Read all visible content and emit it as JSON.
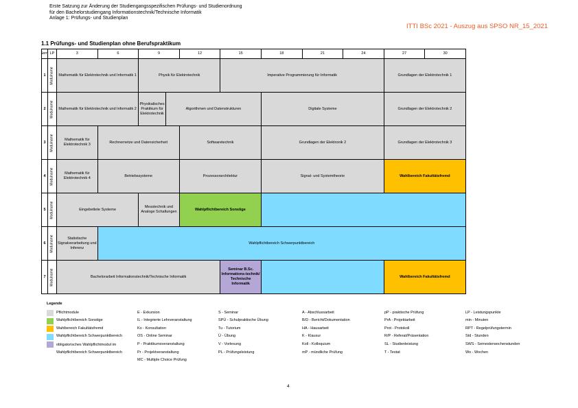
{
  "header": {
    "lines": [
      "Erste Satzung zur Änderung der Studiengangsspezifischen Prüfungs- und Studienordnung",
      "für den Bachelorstudiengang Informationstechnik/Technische Informatik",
      "Anlage 1: Prüfungs- und Studienplan"
    ],
    "right": "ITTI BSc 2021 - Auszug aus SPSO NR_15_2021"
  },
  "section_title": "1.1 Prüfungs- und Studienplan ohne Berufspraktikum",
  "table": {
    "sem_header": "Sem.",
    "lp_header": "LP",
    "lp_ticks": [
      "3",
      "6",
      "9",
      "12",
      "15",
      "18",
      "21",
      "24",
      "27",
      "30"
    ],
    "lp_label": "Modulname",
    "rows": [
      {
        "sem": "1",
        "cells": [
          {
            "t": "Mathematik für Elektrotechnik und Informatik 1",
            "s": 0,
            "e": 6,
            "c": "g",
            "bold": true
          },
          {
            "t": "Physik für Elektrotechnik",
            "s": 6,
            "e": 12,
            "c": "g",
            "bold": true
          },
          {
            "t": "Imperative Programmierung für Informatik",
            "s": 12,
            "e": 24,
            "c": "g",
            "bold": true
          },
          {
            "t": "Grundlagen der Elektrotechnik 1",
            "s": 24,
            "e": 30,
            "c": "g",
            "bold": true
          }
        ]
      },
      {
        "sem": "2",
        "cells": [
          {
            "t": "Mathematik für Elektrotechnik und Informatik 2",
            "s": 0,
            "e": 6,
            "c": "g",
            "bold": true
          },
          {
            "t": "Physikalisches Praktikum für Elektrotechnik",
            "s": 6,
            "e": 8,
            "c": "g",
            "bold": true
          },
          {
            "t": "Algorithmen und Datenstrukturen",
            "s": 8,
            "e": 15,
            "c": "g",
            "bold": true
          },
          {
            "t": "Digitale Systeme",
            "s": 15,
            "e": 24,
            "c": "g",
            "bold": true
          },
          {
            "t": "Grundlagen der Elektrotechnik 2",
            "s": 24,
            "e": 30,
            "c": "g",
            "bold": true
          }
        ]
      },
      {
        "sem": "3",
        "cells": [
          {
            "t": "Mathematik für Elektrotechnik 3",
            "s": 0,
            "e": 3,
            "c": "g",
            "bold": true
          },
          {
            "t": "Rechnernetze und Datensicherheit",
            "s": 3,
            "e": 9,
            "c": "g",
            "bold": true
          },
          {
            "t": "Softwaretechnik",
            "s": 9,
            "e": 15,
            "c": "g",
            "bold": true
          },
          {
            "t": "Grundlagen der Elektronik 2",
            "s": 15,
            "e": 24,
            "c": "g",
            "bold": true
          },
          {
            "t": "Grundlagen der Elektrotechnik 3",
            "s": 24,
            "e": 30,
            "c": "g",
            "bold": true
          }
        ]
      },
      {
        "sem": "4",
        "cells": [
          {
            "t": "Mathematik für Elektrotechnik 4",
            "s": 0,
            "e": 3,
            "c": "g",
            "bold": true
          },
          {
            "t": "Betriebssysteme",
            "s": 3,
            "e": 9,
            "c": "g",
            "bold": true
          },
          {
            "t": "Prozessorarchitektur",
            "s": 9,
            "e": 15,
            "c": "g",
            "bold": true
          },
          {
            "t": "Signal- und Systemtheorie",
            "s": 15,
            "e": 24,
            "c": "g",
            "bold": true
          },
          {
            "t": "Wahlbereich Fakultätsfremd",
            "s": 24,
            "e": 30,
            "c": "y",
            "bold": true
          }
        ]
      },
      {
        "sem": "5",
        "cells": [
          {
            "t": "Eingebettete Systeme",
            "s": 0,
            "e": 6,
            "c": "g",
            "bold": true
          },
          {
            "t": "Messtechnik und Analoge Schaltungen",
            "s": 6,
            "e": 9,
            "c": "g",
            "bold": true
          },
          {
            "t": "Wahlpflichtbereich Sonstige",
            "s": 9,
            "e": 15,
            "c": "gr",
            "bold": true
          },
          {
            "t": "",
            "s": 15,
            "e": 30,
            "c": "b",
            "bold": false
          }
        ]
      },
      {
        "sem": "6",
        "cells": [
          {
            "t": "Statistische Signalverarbeitung und Inferenz",
            "s": 0,
            "e": 3,
            "c": "g",
            "bold": true
          },
          {
            "t": "Wahlpflichtbereich Schwerpunktbereich",
            "s": 3,
            "e": 30,
            "c": "b",
            "bold": true
          }
        ]
      },
      {
        "sem": "7",
        "cells": [
          {
            "t": "Bachelorarbeit Informationstechnik/Technische Informatik",
            "s": 0,
            "e": 12,
            "c": "g",
            "bold": true
          },
          {
            "t": "Seminar B.Sc. Informations-technik/ Technische Informatik",
            "s": 12,
            "e": 15,
            "c": "p",
            "bold": true
          },
          {
            "t": "",
            "s": 15,
            "e": 24,
            "c": "b",
            "bold": false
          },
          {
            "t": "Wahlbereich Fakultätsfremd",
            "s": 24,
            "e": 30,
            "c": "y",
            "bold": true
          }
        ]
      }
    ]
  },
  "legend": {
    "title": "Legende",
    "colored": [
      {
        "label": "Pflichtmodule",
        "color": "#d9d9d9"
      },
      {
        "label": "Wahlpflichtbereich Sonstige",
        "color": "#92d050"
      },
      {
        "label": "Wahlbereich Fakultätsfremd",
        "color": "#ffc000"
      },
      {
        "label": "Wahlpflichtbereich Schwerpunktbereich",
        "color": "#7fdbff"
      },
      {
        "label": "obligatorisches Wahlpflichtmodul im Wahlpflichtbereich Schwerpunktbereich",
        "color": "#b4a7d6"
      }
    ],
    "columns": [
      [
        "E - Exkursion",
        "IL - Integrierte Lehrveranstaltung",
        "Ko - Konsultation",
        "OS - Online Seminar",
        "P - Praktikumsveranstaltung",
        "Pr - Projektveranstaltung",
        "MC - Multiple Choice Prüfung"
      ],
      [
        "S - Seminar",
        "SPÜ - Schulpraktische Übung",
        "Tu - Tutorium",
        "Ü - Übung",
        "V - Vorlesung",
        "PL - Prüfungsleistung"
      ],
      [
        "A - Abschlussarbeit",
        "B/D - Bericht/Dokumentation",
        "HA - Hausarbeit",
        "K - Klausur",
        "Koll - Kolloquium",
        "mP - mündliche Prüfung"
      ],
      [
        "pP - praktische Prüfung",
        "PrA - Projektarbeit",
        "Prot - Protokoll",
        "R/P - Referat/Präsentation",
        "SL - Studienleistung",
        "T - Testat"
      ],
      [
        "LP - Leistungspunkte",
        "min - Minuten",
        "RPT - Regelprüfungstermin",
        "Std - Stunden",
        "SWS - Semesterwochenstunden",
        "Wo - Wochen"
      ]
    ]
  },
  "page_number": "4"
}
